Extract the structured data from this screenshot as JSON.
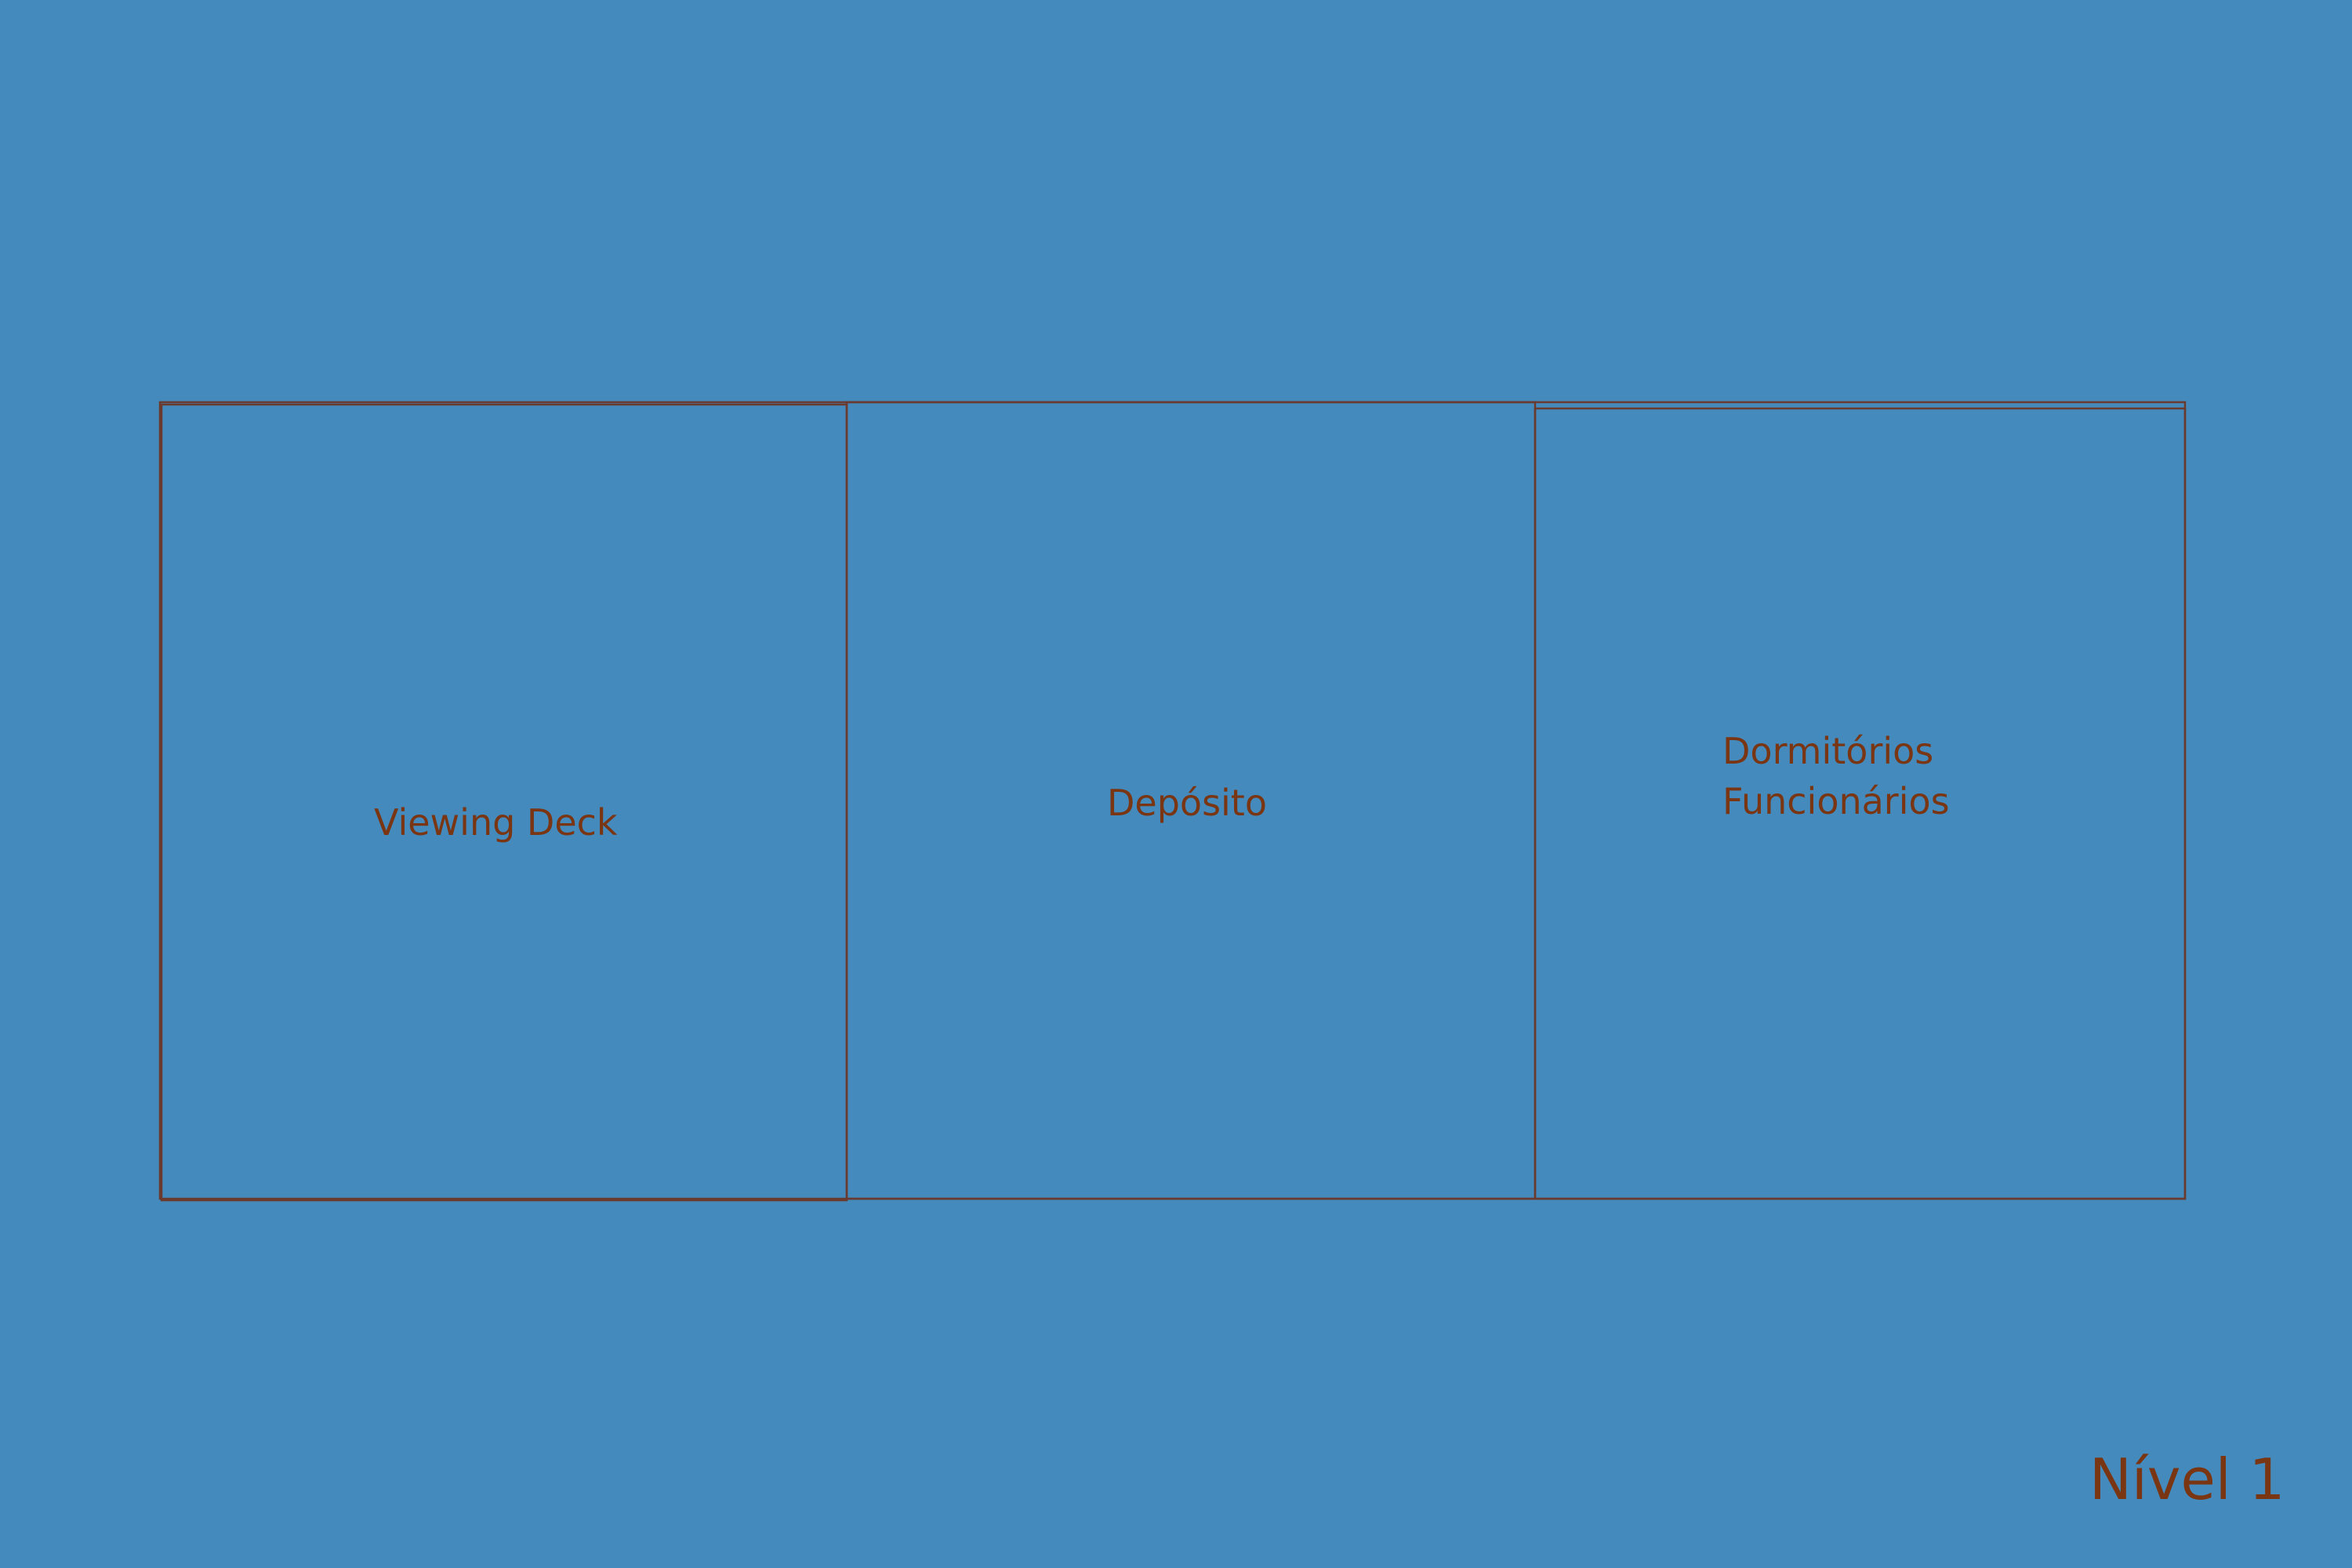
{
  "colors": {
    "background": "#448abc",
    "line": "#6a3a2e",
    "text": "#7a3512"
  },
  "rooms": [
    {
      "id": "viewing-deck",
      "label_lines": [
        "Viewing Deck"
      ]
    },
    {
      "id": "deposito",
      "label_lines": [
        "Depósito"
      ]
    },
    {
      "id": "dormitorios",
      "label_lines": [
        "Dormitórios",
        "Funcionários"
      ]
    }
  ],
  "level": {
    "label": "Nível 1"
  }
}
